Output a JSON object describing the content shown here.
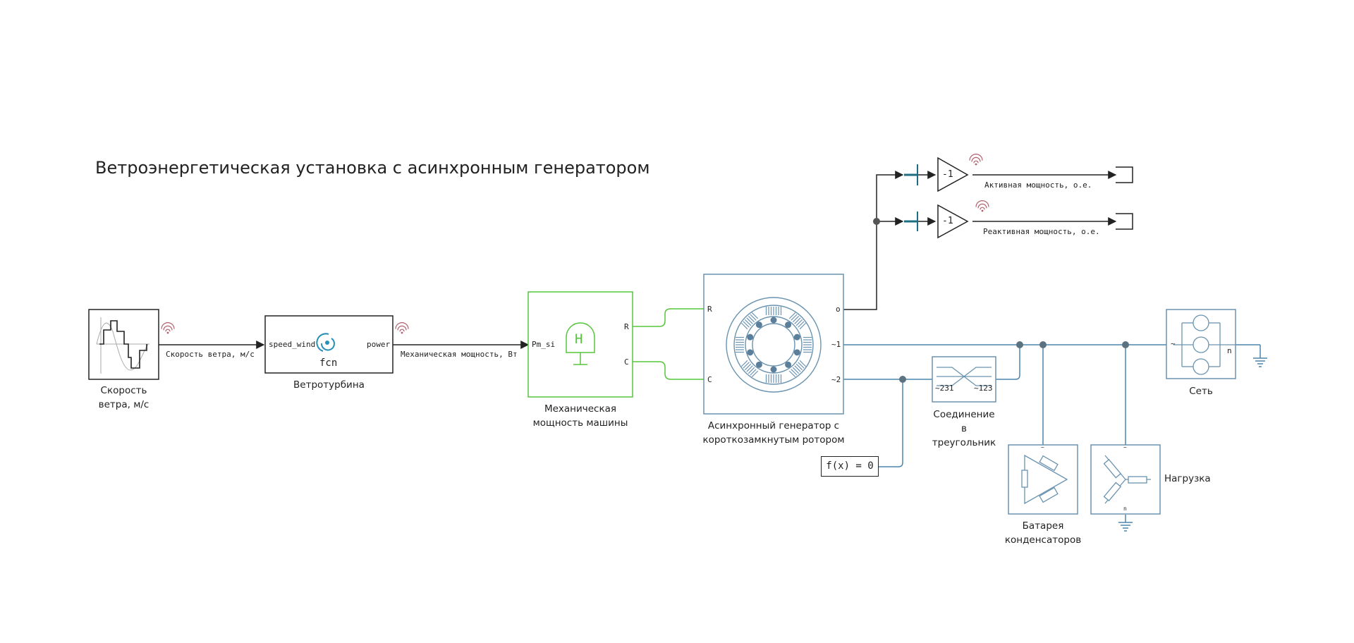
{
  "title": "Ветроэнергетическая установка с асинхронным генератором",
  "colors": {
    "signal": "#222222",
    "physical_blue": "#4a86ad",
    "mech_green": "#55c53c",
    "block_border_blue": "#6a93b0",
    "bus_teal": "#1d6e80",
    "wifi": "#b0606a"
  },
  "blocks": {
    "wind_speed": {
      "label_line1": "Скорость",
      "label_line2": "ветра, м/с"
    },
    "turbine": {
      "label": "Ветротурбина",
      "port_in": "speed_wind",
      "port_out": "power",
      "fcn_text": "fcn"
    },
    "mech_power": {
      "label_line1": "Механическая",
      "label_line2": "мощность машины",
      "port_in": "Pm_si",
      "port_r": "R",
      "port_c": "C",
      "icon_letter": "H"
    },
    "generator": {
      "label_line1": "Асинхронный генератор с",
      "label_line2": "короткозамкнутым ротором",
      "port_r": "R",
      "port_c": "C",
      "port_o": "o",
      "port_1": "~1",
      "port_2": "~2"
    },
    "delta": {
      "label_line1": "Соединение",
      "label_line2": "в",
      "label_line3": "треугольник",
      "port_a": "~231",
      "port_b": "~123"
    },
    "fx": {
      "text": "f(x) = 0"
    },
    "capacitor": {
      "label_line1": "Батарея",
      "label_line2": "конденсаторов",
      "port_top": "~"
    },
    "load": {
      "label": "Нагрузка",
      "port_top": "~",
      "port_bottom": "n"
    },
    "grid": {
      "label": "Сеть",
      "port_in": "~",
      "port_n": "n"
    },
    "gain1": {
      "text": "-1"
    },
    "gain2": {
      "text": "-1"
    }
  },
  "signals": {
    "wind": "Скорость ветра, м/с",
    "mech": "Механическая мощность, Вт",
    "active": "Активная мощность, о.е.",
    "reactive": "Реактивная мощность, о.е."
  }
}
